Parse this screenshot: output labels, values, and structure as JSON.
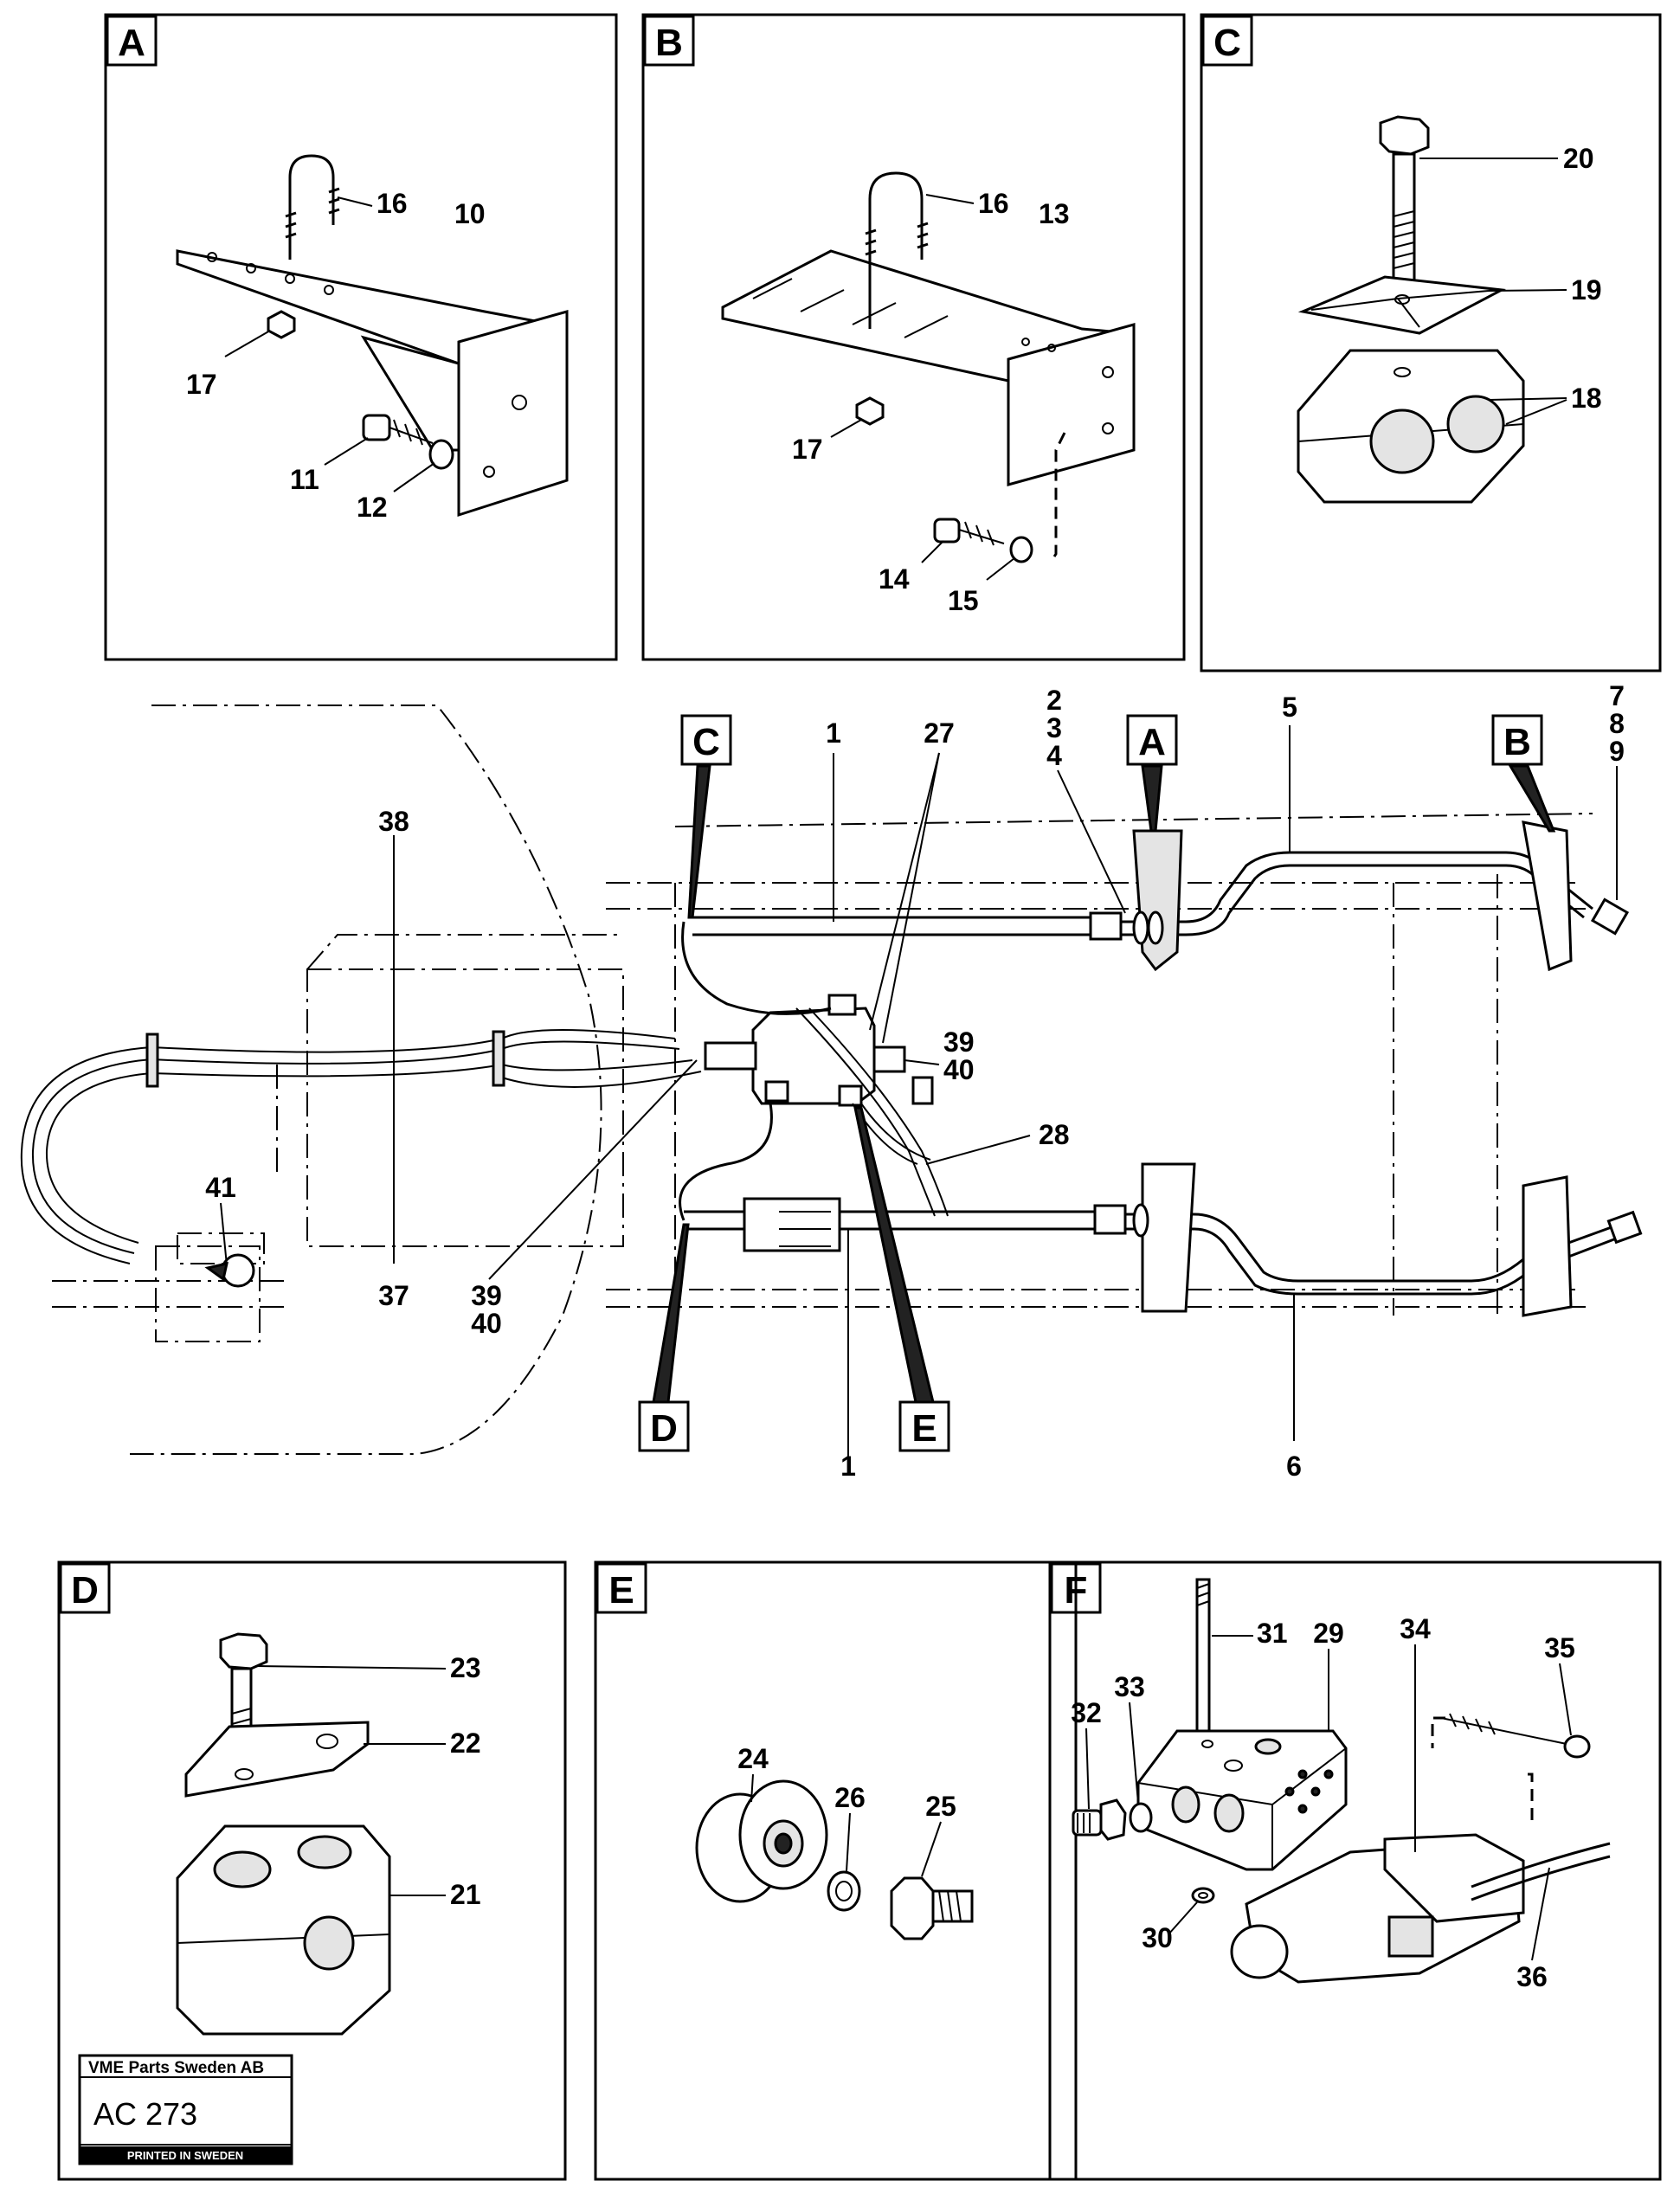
{
  "panels": {
    "A": {
      "label": "A",
      "parts": [
        "16",
        "10",
        "17",
        "11",
        "12"
      ]
    },
    "B": {
      "label": "B",
      "parts": [
        "16",
        "13",
        "17",
        "14",
        "15"
      ]
    },
    "C": {
      "label": "C",
      "parts": [
        "20",
        "19",
        "18"
      ]
    },
    "D": {
      "label": "D",
      "parts": [
        "23",
        "22",
        "21"
      ]
    },
    "E": {
      "label": "E",
      "parts": [
        "24",
        "26",
        "25"
      ]
    },
    "F": {
      "label": "F",
      "parts": [
        "31",
        "29",
        "34",
        "35",
        "32",
        "33",
        "30",
        "36"
      ]
    }
  },
  "main": {
    "callouts": [
      "C",
      "A",
      "B",
      "D",
      "E"
    ],
    "parts": [
      "1",
      "27",
      "2",
      "3",
      "4",
      "5",
      "7",
      "8",
      "9",
      "38",
      "39",
      "40",
      "28",
      "41",
      "37",
      "39",
      "40",
      "1",
      "6"
    ]
  },
  "title_block": {
    "company": "VME Parts Sweden AB",
    "number": "AC 273",
    "printed": "PRINTED IN SWEDEN"
  }
}
